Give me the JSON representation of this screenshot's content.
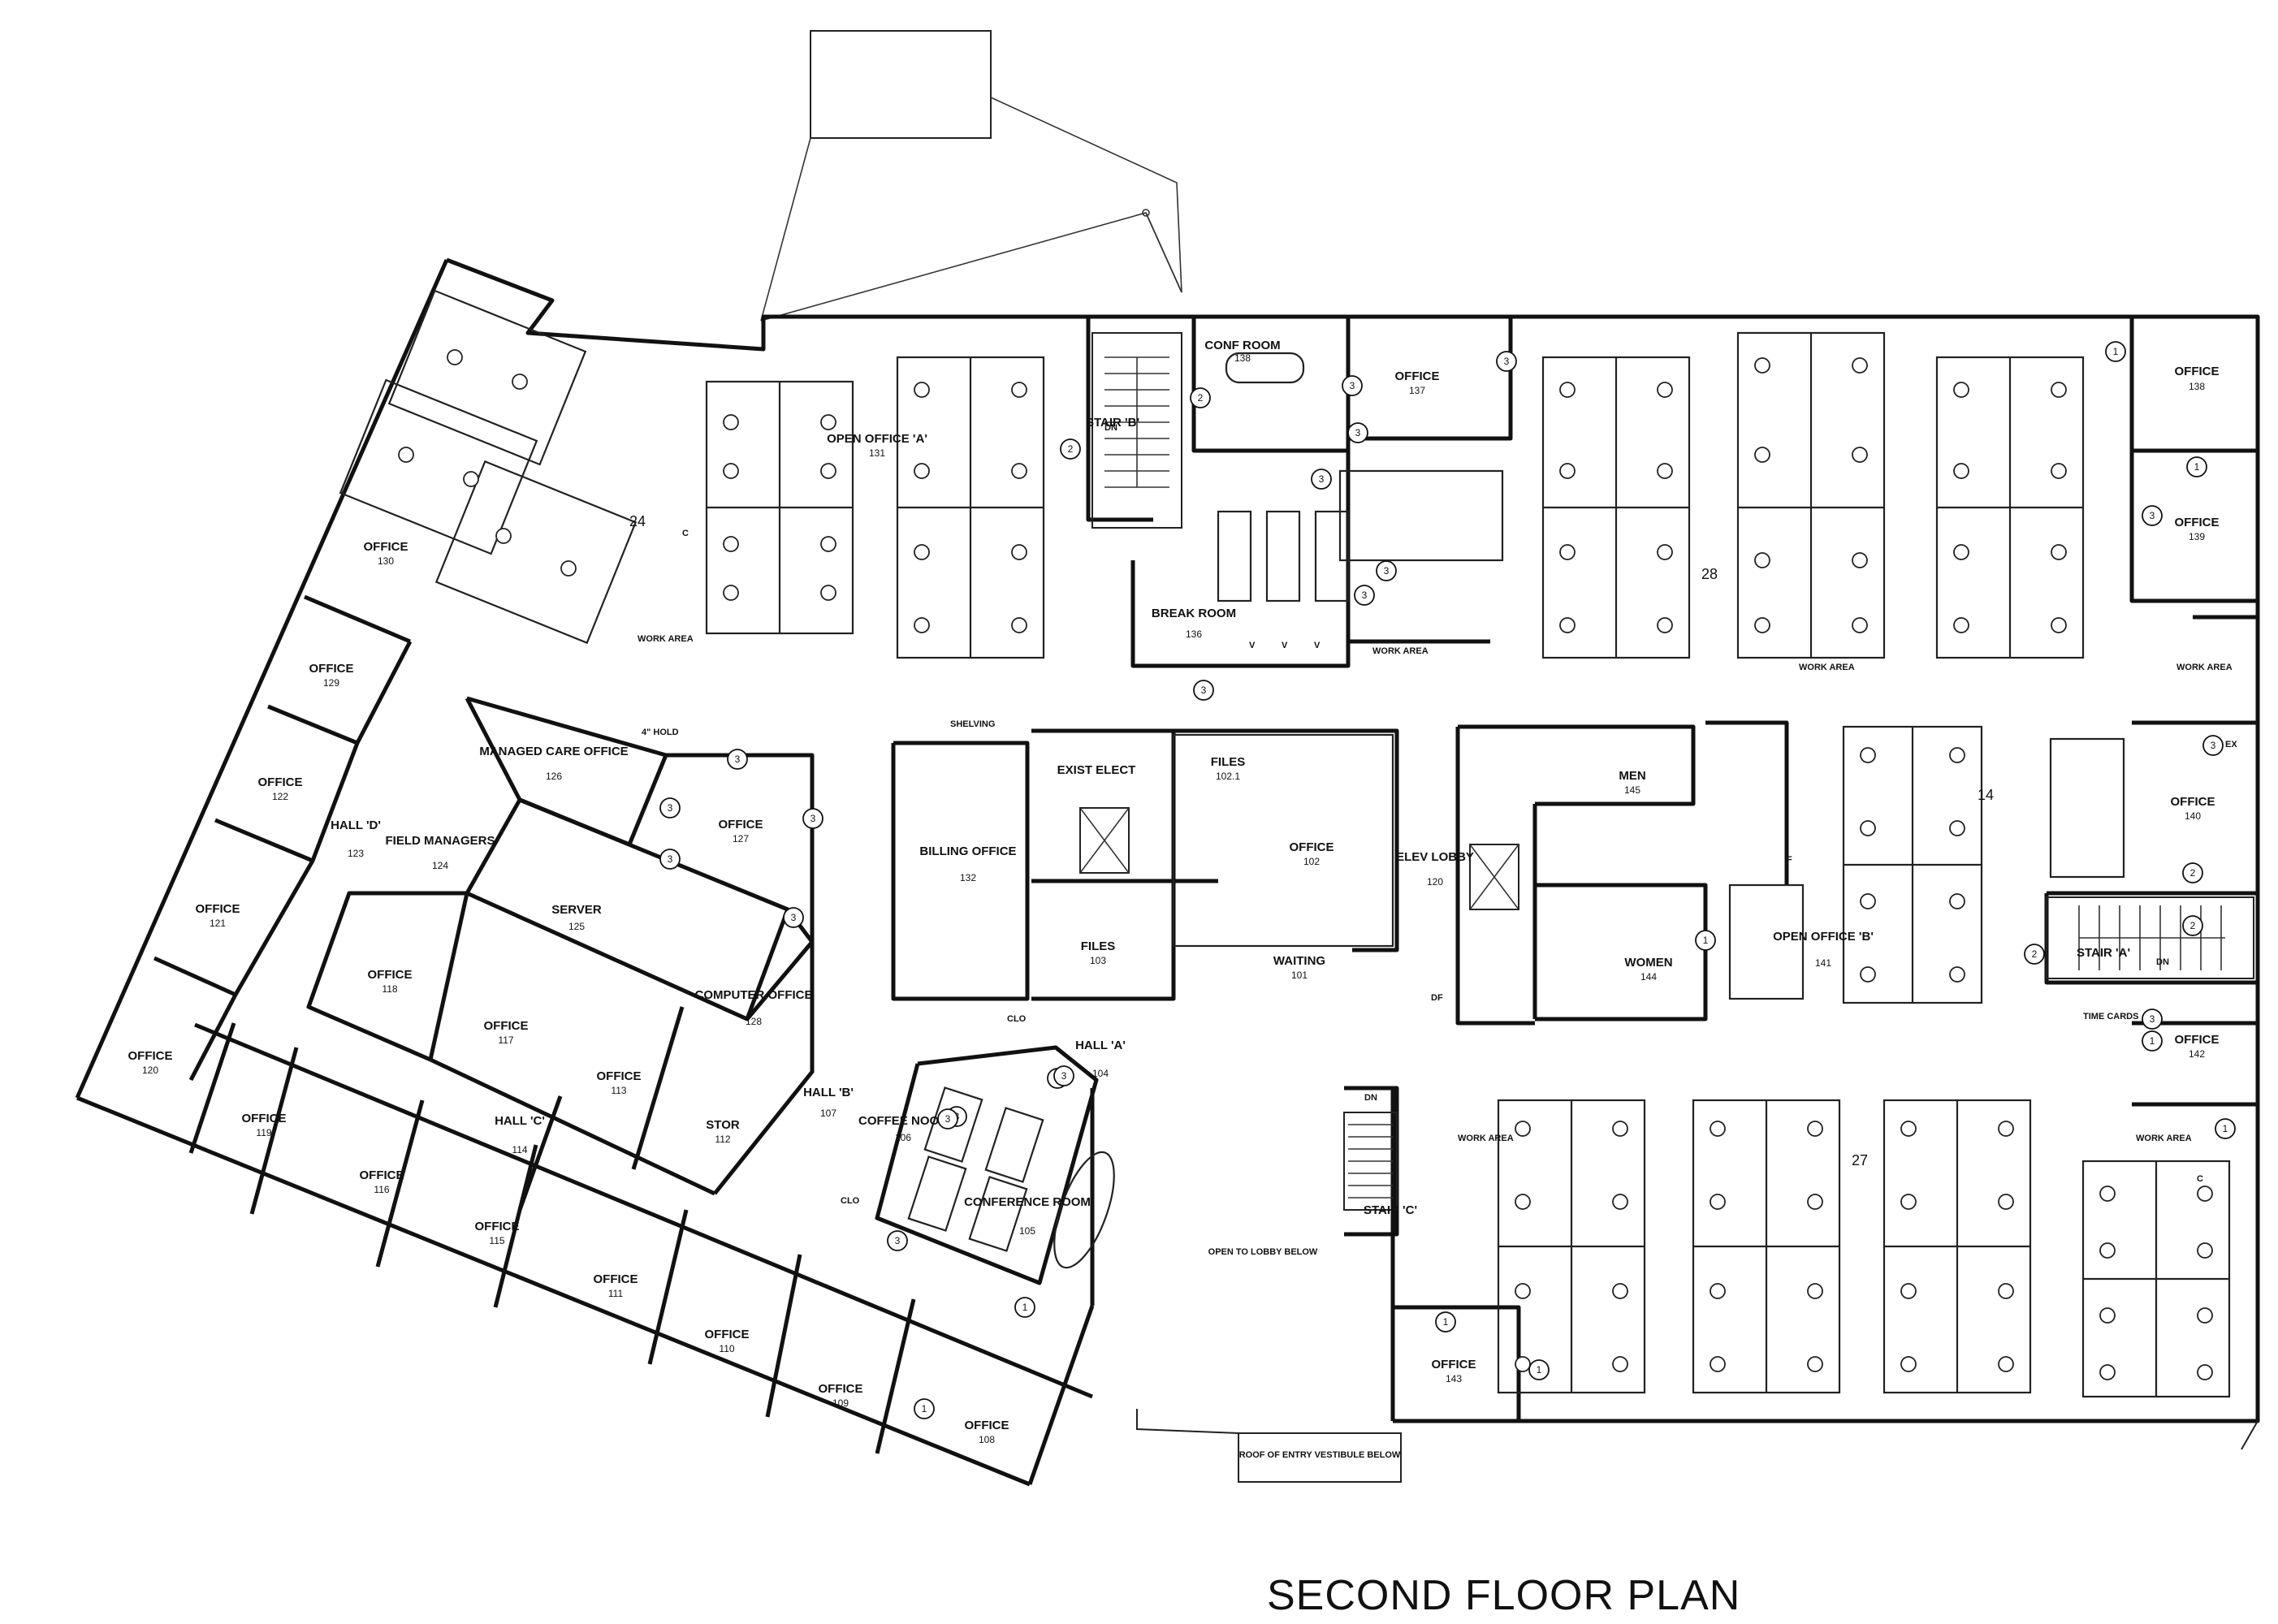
{
  "title": "SECOND FLOOR PLAN",
  "rooms": [
    {
      "id": "open-office-a",
      "name": "OPEN OFFICE 'A'",
      "num": "131"
    },
    {
      "id": "conf-room",
      "name": "CONF ROOM",
      "num": "138"
    },
    {
      "id": "office-137",
      "name": "OFFICE",
      "num": "137"
    },
    {
      "id": "office-138",
      "name": "OFFICE",
      "num": "138"
    },
    {
      "id": "office-139",
      "name": "OFFICE",
      "num": "139"
    },
    {
      "id": "stair-b",
      "name": "STAIR 'B'",
      "num": ""
    },
    {
      "id": "break-room",
      "name": "BREAK ROOM",
      "num": "136"
    },
    {
      "id": "office-130",
      "name": "OFFICE",
      "num": "130"
    },
    {
      "id": "office-129",
      "name": "OFFICE",
      "num": "129"
    },
    {
      "id": "office-122",
      "name": "OFFICE",
      "num": "122"
    },
    {
      "id": "office-121",
      "name": "OFFICE",
      "num": "121"
    },
    {
      "id": "office-120",
      "name": "OFFICE",
      "num": "120"
    },
    {
      "id": "office-119",
      "name": "OFFICE",
      "num": "119"
    },
    {
      "id": "office-116",
      "name": "OFFICE",
      "num": "116"
    },
    {
      "id": "office-115",
      "name": "OFFICE",
      "num": "115"
    },
    {
      "id": "office-111",
      "name": "OFFICE",
      "num": "111"
    },
    {
      "id": "office-110",
      "name": "OFFICE",
      "num": "110"
    },
    {
      "id": "office-109",
      "name": "OFFICE",
      "num": "109"
    },
    {
      "id": "office-108",
      "name": "OFFICE",
      "num": "108"
    },
    {
      "id": "office-118",
      "name": "OFFICE",
      "num": "118"
    },
    {
      "id": "office-117",
      "name": "OFFICE",
      "num": "117"
    },
    {
      "id": "office-113",
      "name": "OFFICE",
      "num": "113"
    },
    {
      "id": "office-127",
      "name": "OFFICE",
      "num": "127"
    },
    {
      "id": "hall-d",
      "name": "HALL 'D'",
      "num": "123"
    },
    {
      "id": "hall-c",
      "name": "HALL 'C'",
      "num": "114"
    },
    {
      "id": "hall-b",
      "name": "HALL 'B'",
      "num": "107"
    },
    {
      "id": "hall-a",
      "name": "HALL 'A'",
      "num": "104"
    },
    {
      "id": "managed-care",
      "name": "MANAGED CARE OFFICE",
      "num": "126"
    },
    {
      "id": "field-managers",
      "name": "FIELD MANAGERS",
      "num": "124"
    },
    {
      "id": "server",
      "name": "SERVER",
      "num": "125"
    },
    {
      "id": "computer-office",
      "name": "COMPUTER OFFICE",
      "num": "128"
    },
    {
      "id": "stor",
      "name": "STOR",
      "num": "112"
    },
    {
      "id": "billing-office",
      "name": "BILLING OFFICE",
      "num": "132"
    },
    {
      "id": "exist-elect",
      "name": "EXIST ELECT",
      "num": ""
    },
    {
      "id": "files-103",
      "name": "FILES",
      "num": "103"
    },
    {
      "id": "files-102",
      "name": "FILES",
      "num": "102.1"
    },
    {
      "id": "office-102",
      "name": "OFFICE",
      "num": "102"
    },
    {
      "id": "waiting",
      "name": "WAITING",
      "num": "101"
    },
    {
      "id": "coffee-nook",
      "name": "COFFEE NOOK",
      "num": "106"
    },
    {
      "id": "conference-room",
      "name": "CONFERENCE ROOM",
      "num": "105"
    },
    {
      "id": "elev-lobby",
      "name": "ELEV LOBBY",
      "num": "120"
    },
    {
      "id": "men",
      "name": "MEN",
      "num": "145"
    },
    {
      "id": "women",
      "name": "WOMEN",
      "num": "144"
    },
    {
      "id": "open-office-b",
      "name": "OPEN OFFICE 'B'",
      "num": "141"
    },
    {
      "id": "office-140",
      "name": "OFFICE",
      "num": "140"
    },
    {
      "id": "stair-a",
      "name": "STAIR 'A'",
      "num": ""
    },
    {
      "id": "office-142",
      "name": "OFFICE",
      "num": "142"
    },
    {
      "id": "office-143",
      "name": "OFFICE",
      "num": "143"
    },
    {
      "id": "stair-c",
      "name": "STAIR 'C'",
      "num": ""
    },
    {
      "id": "open-to-lobby",
      "name": "OPEN TO LOBBY BELOW",
      "num": ""
    }
  ],
  "labels": {
    "work_area": "WORK AREA",
    "shelving": "SHELVING",
    "clo": "CLO",
    "time_cards": "TIME CARDS",
    "roof": "ROOF OF ENTRY VESTIBULE BELOW",
    "dn": "DN",
    "df": "DF",
    "ex": "EX",
    "hold": "4\" HOLD",
    "c": "C",
    "f": "F",
    "v": "V",
    "area_24": "24",
    "area_28": "28",
    "area_14": "14",
    "area_27": "27"
  },
  "tags": [
    "1",
    "2",
    "3"
  ]
}
